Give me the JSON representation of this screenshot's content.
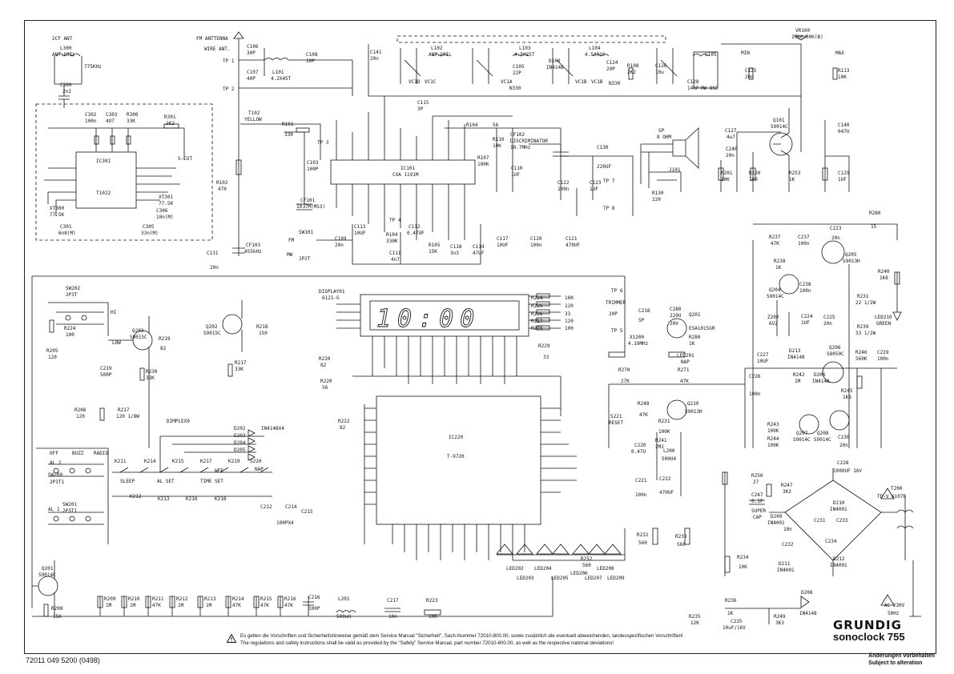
{
  "footer": {
    "doc_number": "72011 049 5200   (0498)",
    "changes_de": "Änderungen vorbehalten",
    "changes_en": "Subject to alteration"
  },
  "notice": {
    "line_de": "Es gelten die Vorschriften und Sicherheitshinweise gemäß dem Service Manual \"Sicherheit\", Sach-Nummer 72010-800.00, sowie zusätzlich die eventuell abweichenden, landesspezifischen Vorschriften!",
    "line_en": "The regulations and safety instructions shall be valid as provided by the \"Safety\" Service Manual, part number 72010-800.00, as well as the respective national deviations!"
  },
  "brand": {
    "name": "GRUNDIG",
    "model": "sonoclock 755"
  },
  "labels": {
    "am_ant": "2CF ANT",
    "l300": "L300",
    "ant_coil": "ANT.COIL",
    "l300_val": "775KHz",
    "c300": "C300",
    "c300_val": "2n2",
    "fm_ant": "FM ANTTENNA",
    "wire_ant": "WIRE ANT.",
    "tp1": "TP 1",
    "tp2": "TP 2",
    "tp3": "TP 3",
    "tp4": "TP 4",
    "tp5": "TP 5",
    "tp6": "TP 6",
    "tp7": "TP 7",
    "tp8": "TP 8",
    "c106": "C106",
    "c106_val": "30P",
    "c107": "C107",
    "c107_val": "40P",
    "l101": "L101",
    "l101_val": "4.2X45T",
    "c108": "C108",
    "c108_val": "10P",
    "c141": "C141",
    "c141_val": "20n",
    "l102": "L102",
    "l102_coil": "ANT.COIL",
    "vc1d": "VC1D",
    "vc1c": "VC1C",
    "l103": "L103",
    "l103_val": "4.5X25T",
    "c105": "C105",
    "c105_val": "22P",
    "d100": "D100",
    "d100_val": "IN4148",
    "vc1a": "VC1A",
    "l104": "L104",
    "l104_val": "4.5X31S",
    "c124": "C124",
    "c124_val": "29P",
    "r108": "R108",
    "r108_val": "2K2",
    "n330": "N330",
    "vc1b": "VC1B",
    "vc1b2": "VC1B",
    "n330b": "N330",
    "c126": "C126",
    "c126_val": "10u",
    "c128": "C128",
    "c128_val": "140P",
    "l105": "L105",
    "mw_osc": "MW OSC",
    "min": "MIN",
    "vr100": "VR100",
    "vr100_val": "17K0-50K(B)",
    "max": "MAX",
    "c125": "C125",
    "c125_val": "20n",
    "r113": "R113",
    "r113_val": "10K",
    "c302": "C302",
    "c302_val": "100n",
    "c303": "C303",
    "c303_val": "4U7",
    "r300": "R300",
    "r300_val": "33K",
    "r301": "R301",
    "r301_val": "2K2",
    "s_cut": "S-CUT",
    "ic301": "IC301",
    "ic301_type": "T1022",
    "xt300": "XT300",
    "xt300_val": "77.5K",
    "xt301": "XT301",
    "xt301_val": "77.5K",
    "c306": "C306",
    "c306_val": "10n(M)",
    "c301": "C301",
    "c301_val": "6n8(M)",
    "c305": "C305",
    "c305_val": "33n(M)",
    "t102": "T102",
    "yellow": "YELLOW",
    "r101": "R101",
    "r101_val": "330",
    "c103": "C103",
    "c103_val": "100P",
    "r102": "R102",
    "r102_val": "470",
    "cf101": "CF101",
    "cf101_val": "10.7M(MS3)",
    "cf103": "CF103",
    "cf103_val": "455kHz",
    "ic101": "IC101",
    "ic101_type": "CXA 1191M",
    "c115": "C115",
    "c115_val": "3P",
    "r104": "R104",
    "r104_val": "56",
    "r110": "R110",
    "r110_val": "10K",
    "cf102": "CF102",
    "cf102_name": "DISCRIMINATOR",
    "cf102_val": "10.7MHz",
    "r107": "R107",
    "r107_val": "100K",
    "c110": "C110",
    "c110_val": "1UF",
    "c130": "C130",
    "c130_val": "220UF",
    "sp": "SP",
    "sp_val": "8 OHM",
    "c127": "C127",
    "c127_val": "4u7",
    "q101": "Q101",
    "q101_type": "S9014C",
    "c140": "C140",
    "c140_val": "047U",
    "c240": "C240",
    "c240_val": "20n",
    "r201": "R201",
    "r201_val": "10K",
    "r120": "R120",
    "r120_val": "100",
    "r253": "R253",
    "r253_val": "1K",
    "c129": "C129",
    "c129_val": "1UF",
    "c122": "C122",
    "c122_val": "100n",
    "c123": "C123",
    "c123_val": "1UF",
    "j101": "J101",
    "r130": "R130",
    "r130_val": "220",
    "sw101": "SW101",
    "sw101_fm": "FM",
    "sw101_mw": "MW",
    "sw101_type": "1P2T",
    "c109": "C109",
    "c109_val": "20n",
    "c113": "C113",
    "c113_val": "10UF",
    "r104b": "R104",
    "r104b_val": "330K",
    "c112": "C112",
    "c112_val": "0.47UF",
    "c111": "C111",
    "c111_val": "4n7",
    "r105": "R105",
    "r105_val": "15K",
    "c118": "C118",
    "c118_val": "3n3",
    "c114": "C114",
    "c114_val": "47UF",
    "c117": "C117",
    "c117_val": "10UF",
    "c120": "C120",
    "c120_val": "100n",
    "c121": "C121",
    "c121_val": "470UF",
    "c131": "C131",
    "c131_val": "20n",
    "r280": "R280",
    "r280_val": "15",
    "r237": "R237",
    "r237_val": "47K",
    "c237": "C237",
    "c237_val": "100n",
    "c223": "C223",
    "c223_val": "20n",
    "r238": "R238",
    "r238_val": "1K",
    "q205": "Q205",
    "q205_type": "S9013H",
    "q204": "Q204",
    "q204_type": "S9014C",
    "c238": "C238",
    "c238_val": "100n",
    "r240": "R240",
    "r240_val": "1K8",
    "r231": "R231",
    "r231_val": "22 1/2W",
    "z200": "Z200",
    "z200_val": "6V2",
    "c224": "C224",
    "c224_val": "1UF",
    "c225": "C225",
    "c225_val": "20n",
    "r239": "R239",
    "r239_val": "33 1/2W",
    "led210": "LED210",
    "led210_val": "GREEN",
    "sw202": "SW202",
    "sw202_type": "2P3T",
    "hi": "HI",
    "low": "LOW",
    "r224": "R224",
    "r224_val": "100",
    "r205": "R205",
    "r205_val": "120",
    "q203": "Q203",
    "q203_type": "S9015C",
    "r219": "R219",
    "r219_val": "82",
    "q202": "Q202",
    "q202_type": "S9015C",
    "r218": "R218",
    "r218_val": "150",
    "display": "DISPLAY01",
    "display_type": "6121-G",
    "digits": "10:00",
    "r224b": "R224",
    "r224b_val": "100",
    "r225": "R225",
    "r225_val": "120",
    "r226": "R226",
    "r226_val": "33",
    "r227": "R227",
    "r227_val": "120",
    "r228": "R228",
    "r228_val": "100",
    "r229": "R229",
    "r229_val": "33",
    "r220": "R220",
    "r220_val": "82",
    "trimmer": "TRIMMER",
    "trimmer_val": "20P",
    "c218": "C218",
    "c218_val": "5P",
    "c280": "C280",
    "c280_val": "220U",
    "c280b": "20V",
    "q201b": "Q201",
    "q201b_type": "ESA1015GR",
    "x1200": "X1200",
    "x1200_val": "4.19MHz",
    "r280b": "R280",
    "r280b_val": "1K",
    "led201": "LED201",
    "led201_val": "NAP",
    "c219": "C219",
    "c219_val": "500P",
    "r230": "R230",
    "r230_val": "33K",
    "r217": "R217",
    "r217_val": "33K",
    "r220b": "R220",
    "r220b_val": "56",
    "r270": "R270",
    "r270_val": "27K",
    "r271": "R271",
    "r271_val": "47K",
    "c227": "C227",
    "c227_val": "10UF",
    "d213": "D213",
    "d213_val": "IN4148",
    "q206": "Q206",
    "q206_type": "S8050C",
    "r246": "R246",
    "r246_val": "560K",
    "c229": "C229",
    "c229_val": "100n",
    "r206": "R206",
    "r206_val": "120",
    "r217b": "R217",
    "r217b_val": "120 1/8W",
    "r222": "R222",
    "r222_val": "82",
    "ic220": "IC220",
    "ic220_type": "T-9720",
    "r248": "R248",
    "r248_val": "47K",
    "q210": "Q210",
    "q210_type": "S9013H",
    "c226": "C226",
    "c226_val": "100n",
    "r242": "R242",
    "r242_val": "1M",
    "d206": "D206",
    "d206_val": "IN4148",
    "r245": "R245",
    "r245_val": "1K8",
    "dimplex": "DIMPLEX9",
    "d202": "D202",
    "d203": "D203",
    "d204": "D204",
    "d205": "D205",
    "d202_val": "IN4148X4",
    "s221": "S221",
    "s221_val": "RESET",
    "r231b": "R231",
    "r231b_val": "100K",
    "r241": "R241",
    "r241_val": "2M2",
    "c220": "C220",
    "c220_val": "0.47U",
    "l200": "L200",
    "l200_val": "500U4",
    "r243": "R243",
    "r243_val": "100K",
    "r244": "R244",
    "r244_val": "100K",
    "q207": "Q207",
    "q207_type": "S9014C",
    "q208": "Q208",
    "q208_type": "S9014C",
    "c230": "C230",
    "c230_val": "20n",
    "c228": "C228",
    "c228_val": "1000UF 16V",
    "sw200": "SW200",
    "sw200_type": "2P3T1",
    "sw201": "SW201",
    "sw201_type": "2P3T1",
    "al2": "AL 2",
    "al1": "AL 1",
    "off": "OFF",
    "buzz": "BUZZ",
    "radio": "RADIO",
    "k211": "K211",
    "k212": "K212",
    "k213": "K213",
    "k214": "K214",
    "k215": "K215",
    "k216": "K216",
    "k217": "K217",
    "k218": "K218",
    "k219": "K219",
    "s220": "S220",
    "nap": "NAP",
    "sleep": "SLEEP",
    "al_set": "AL SET",
    "time_set": "TIME SET",
    "wee": "WEE",
    "c212": "C212",
    "c214": "C214",
    "c215": "C215",
    "cap_val": "100PX4",
    "c221": "C221",
    "c221_val": "100n",
    "c222": "C222",
    "c222_val": "470UF",
    "r250": "R250",
    "r250_val": "27",
    "c247": "C247",
    "c247_val": "0.1F",
    "super": "SUPER",
    "cap": "CAP",
    "r247": "R247",
    "r247_val": "3K3",
    "t200": "T200",
    "t200_val": "TD-V 6107R",
    "d209": "D209",
    "d209_val": "IN4001",
    "d210": "D210",
    "d210_val": "IN4001",
    "c231": "C231",
    "c232": "C232",
    "c233": "C233",
    "c234": "C234",
    "c_val": "10n",
    "d211": "D211",
    "d211_val": "IN4001",
    "d212": "D212",
    "d212_val": "IN4001",
    "ac": "AC 230V",
    "ac_hz": "50Hz",
    "r232": "R232",
    "r232_val": "560",
    "r233": "R233",
    "r233_val": "560",
    "r234": "R234",
    "r234_val": "10K",
    "r252": "R252",
    "r252_val": "560",
    "led202": "LED202",
    "led203": "LED203",
    "led204": "LED204",
    "led205": "LED205",
    "led206": "LED206",
    "led207": "LED207",
    "led208": "LED208",
    "led209": "LED209",
    "q201": "Q201",
    "q201_type": "S9014C",
    "r208": "R208",
    "r208_val": "15K",
    "r209": "R209",
    "r209_val": "1M",
    "r210": "R210",
    "r210_val": "1M",
    "r211": "R211",
    "r211_val": "47K",
    "r212": "R212",
    "r212_val": "1M",
    "r213": "R213",
    "r213_val": "1M",
    "r214": "R214",
    "r214_val": "47K",
    "r215": "R215",
    "r215_val": "47K",
    "r216": "R216",
    "r216_val": "47K",
    "c216": "C216",
    "c216_val": "100P",
    "l201": "L201",
    "l201_val": "500uH",
    "c217": "C217",
    "c217_val": "10n",
    "r223": "R223",
    "r223_val": "10K",
    "r236": "R236",
    "r236_val": "1K",
    "d208": "D208",
    "d208_val": "IN4148",
    "r235": "R235",
    "r235_val": "12K",
    "c235": "C235",
    "c235_val": "10uF/16V",
    "r249": "R249",
    "r249_val": "3K3"
  }
}
